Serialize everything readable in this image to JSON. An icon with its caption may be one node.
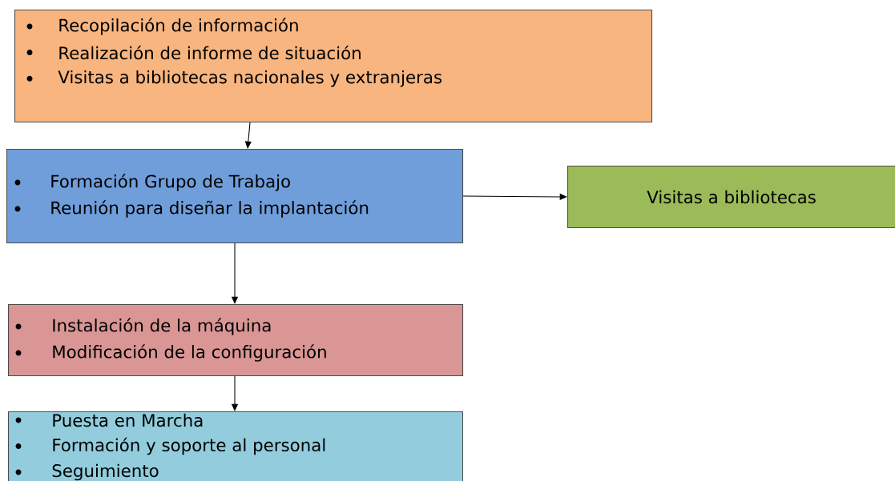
{
  "diagram": {
    "nodes": [
      {
        "text": [
          "Recopilación de información",
          "Realización de informe de situación",
          "Visitas a bibliotecas nacionales y extranjeras"
        ]
      },
      {
        "text": [
          "Formación Grupo de Trabajo",
          "Reunión para diseñar la implantación"
        ]
      },
      {
        "text": [
          "Visitas a bibliotecas"
        ]
      },
      {
        "text": [
          "Instalación de la máquina",
          "Modificación de la configuración"
        ]
      },
      {
        "text": [
          "Puesta en Marcha",
          "Formación y soporte al personal",
          "Seguimiento"
        ]
      }
    ],
    "edges": [
      {
        "from": 0,
        "to": 1,
        "arrow": "to"
      },
      {
        "from": 1,
        "to": 2,
        "arrow": "to"
      },
      {
        "from": 1,
        "to": 3,
        "arrow": "to"
      },
      {
        "from": 3,
        "to": 4,
        "arrow": "to"
      }
    ]
  }
}
